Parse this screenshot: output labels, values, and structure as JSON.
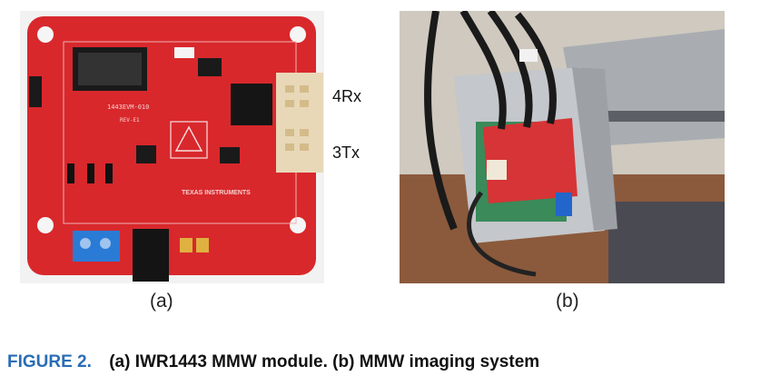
{
  "figure": {
    "panel_a_label": "(a)",
    "panel_b_label": "(b)",
    "antenna_rx_label": "4Rx",
    "antenna_tx_label": "3Tx",
    "caption_prefix": "FIGURE 2.",
    "caption_text": "(a) IWR1443 MMW module. (b) MMW imaging system",
    "board_silkscreen_model": "1443EVM-010",
    "board_silkscreen_rev": "REV-E1",
    "board_silkscreen_brand": "TEXAS INSTRUMENTS"
  },
  "colors": {
    "caption_prefix": "#2a6db5",
    "board_red": "#d8282c",
    "antenna_gold": "#e8d8b8"
  }
}
